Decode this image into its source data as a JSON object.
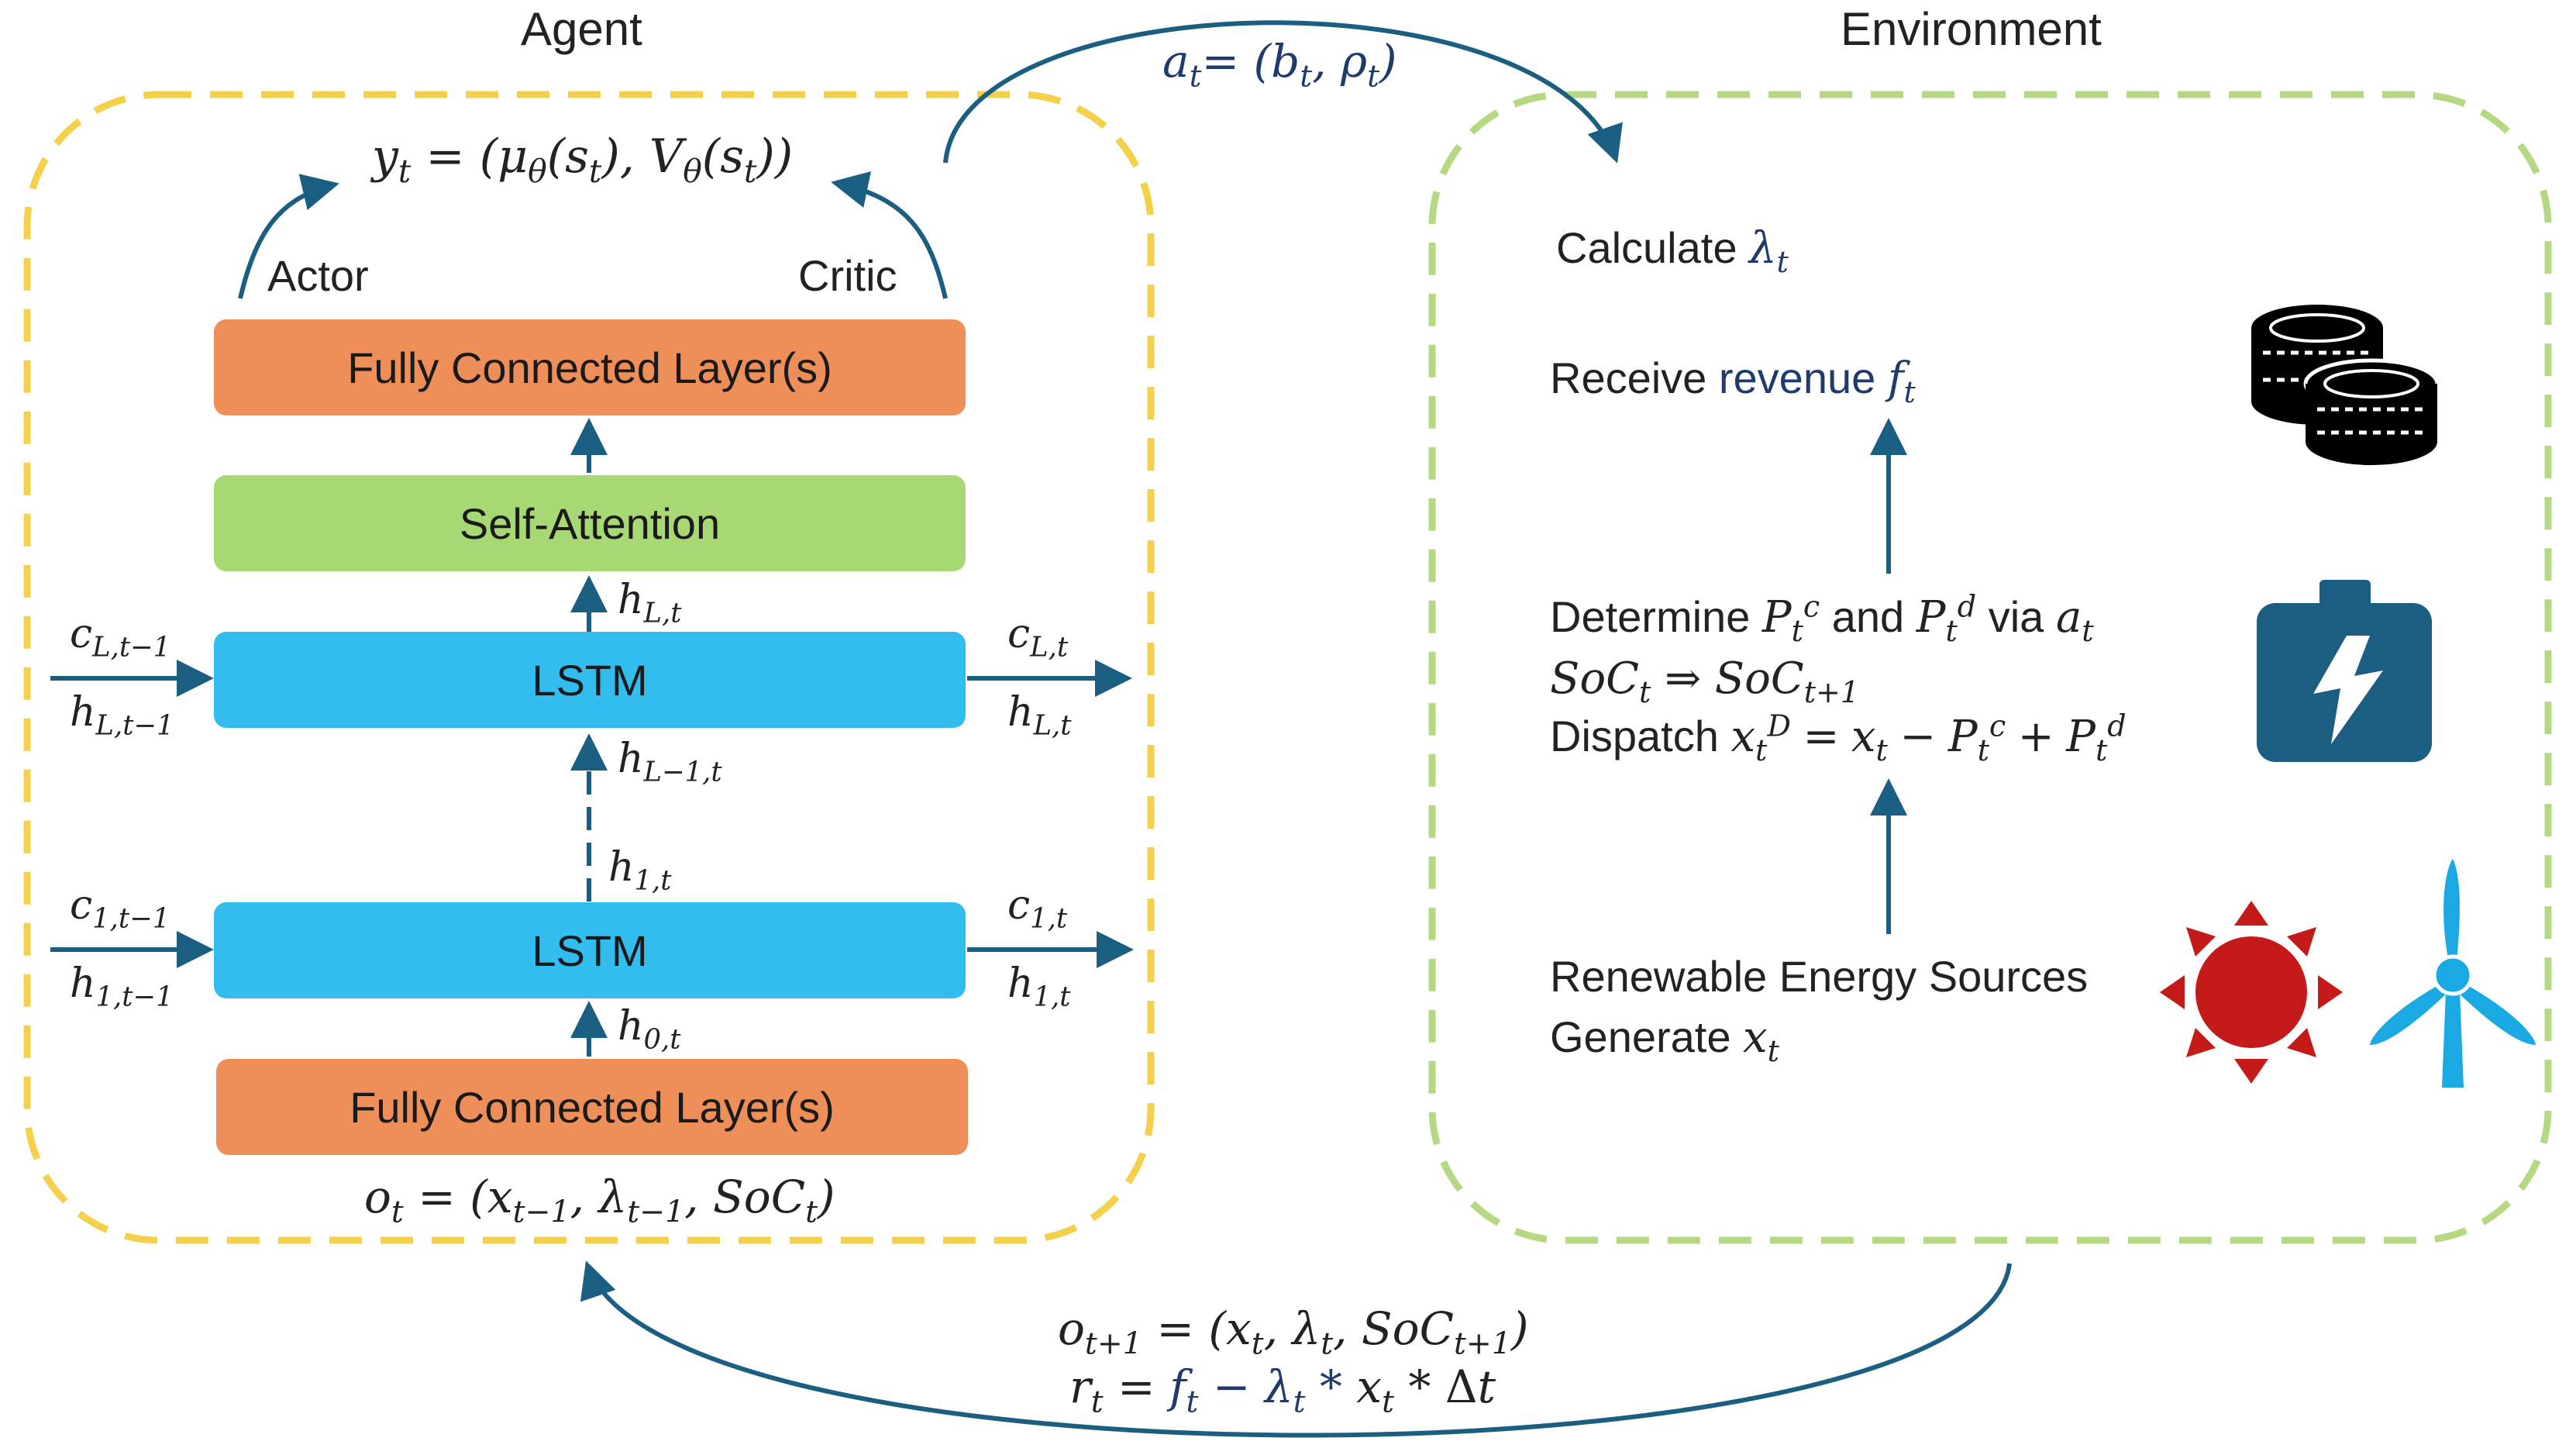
{
  "agent": {
    "title": "Agent",
    "output_eq": "y_t = (μ_θ(s_t), V_θ(s_t))",
    "actor_label": "Actor",
    "critic_label": "Critic",
    "fc_top_label": "Fully Connected Layer(s)",
    "attention_label": "Self-Attention",
    "lstm_top_label": "LSTM",
    "lstm_bottom_label": "LSTM",
    "fc_bottom_label": "Fully Connected Layer(s)",
    "input_eq": "o_t = (x_{t−1}, λ_{t−1}, SoC_t)",
    "h_L_t": "h_{L,t}",
    "h_Lm1_t": "h_{L−1,t}",
    "h_1_t": "h_{1,t}",
    "h_0_t": "h_{0,t}",
    "c_L_tm1": "c_{L,t−1}",
    "h_L_tm1": "h_{L,t−1}",
    "c_L_t": "c_{L,t}",
    "h_L_t_out": "h_{L,t}",
    "c_1_tm1": "c_{1,t−1}",
    "h_1_tm1": "h_{1,t−1}",
    "c_1_t": "c_{1,t}",
    "h_1_t_out": "h_{1,t}"
  },
  "action_label": "a_t= (b_t, ρ_t)",
  "environment": {
    "title": "Environment",
    "calculate": "Calculate λ_t",
    "receive": "Receive revenue f_t",
    "determine": "Determine P_t^c and P_t^d via a_t",
    "soc": "SoC_t ⇒ SoC_{t+1}",
    "dispatch": "Dispatch x_t^D = x_t − P_t^c + P_t^d",
    "renewable_line1": "Renewable Energy Sources",
    "renewable_line2": "Generate x_t",
    "icons": [
      "coins-icon",
      "battery-icon",
      "sun-icon",
      "wind-turbine-icon"
    ]
  },
  "feedback": {
    "obs_eq": "o_{t+1} = (x_t, λ_t, SoC_{t+1})",
    "reward_eq": "r_t = f_t − λ_t * x_t * Δt"
  },
  "colors": {
    "agent_border": "#f5d04a",
    "env_border": "#b5d982",
    "fc": "#ee8f5a",
    "attention": "#a8d874",
    "lstm": "#33bdef",
    "arrow": "#1a5f82",
    "icon_dark": "#000000",
    "battery": "#1b5e82",
    "sun": "#c41a1a",
    "turbine": "#1ba9e3",
    "math_blue": "#1f3a6b"
  }
}
